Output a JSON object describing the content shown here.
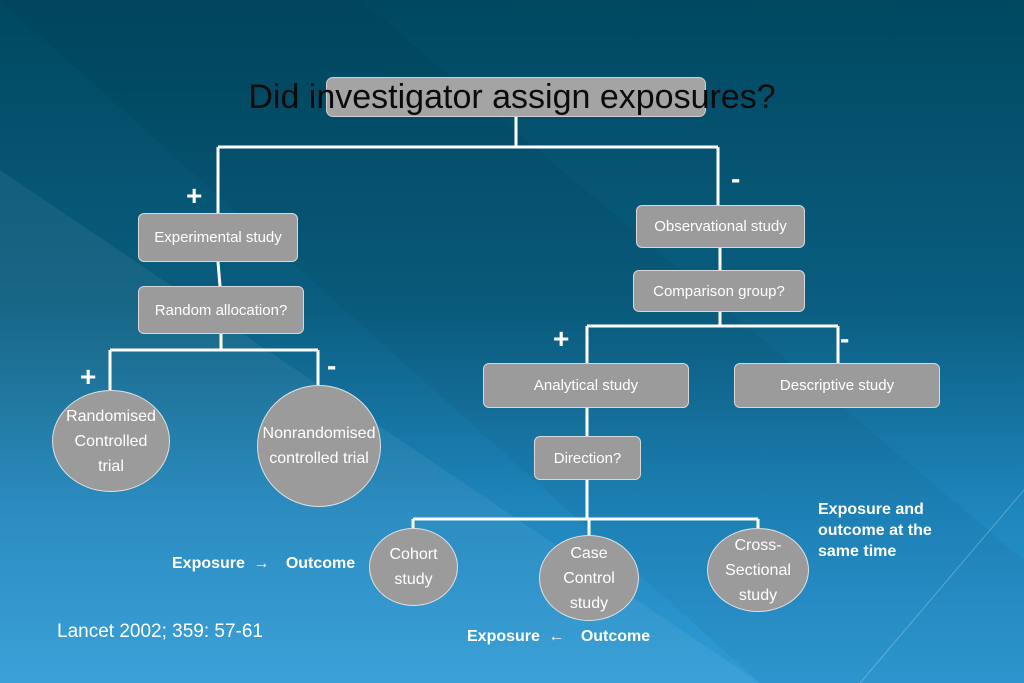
{
  "title": "Did investigator assign exposures?",
  "signs": {
    "yes": "+",
    "no": "-"
  },
  "nodes": {
    "experimental": "Experimental study",
    "random_allocation": "Random allocation?",
    "rct": [
      "Randomised",
      "Controlled",
      "trial"
    ],
    "nonrandomised": [
      "Nonrandomised",
      "controlled trial"
    ],
    "observational": "Observational study",
    "comparison_group": "Comparison group?",
    "analytical": "Analytical study",
    "descriptive": "Descriptive study",
    "direction": "Direction?",
    "cohort": [
      "Cohort",
      "study"
    ],
    "case_control": [
      "Case",
      "Control",
      "study"
    ],
    "cross_sectional": [
      "Cross-",
      "Sectional",
      "study"
    ]
  },
  "notes": {
    "exposure": "Exposure",
    "outcome": "Outcome",
    "same_time": [
      "Exposure and",
      "outcome at the",
      "same time"
    ]
  },
  "reference": "Lancet 2002; 359:  57-61",
  "colors": {
    "node_fill": "#9b9b9b",
    "connector": "#ffffff"
  }
}
